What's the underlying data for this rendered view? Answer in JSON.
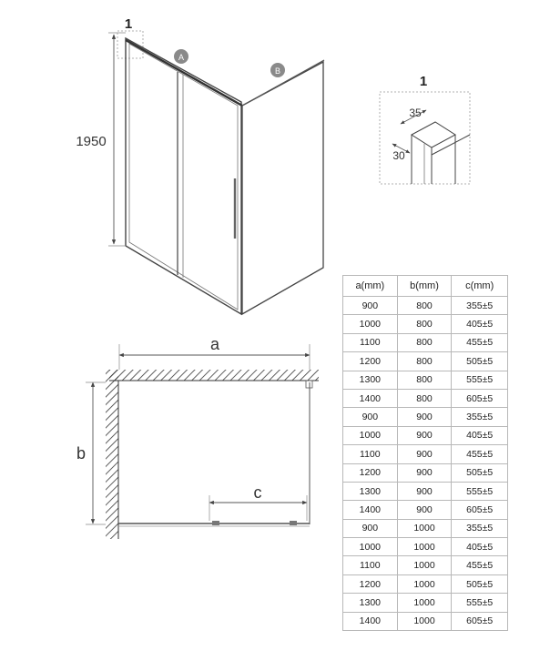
{
  "drawing": {
    "detail_number_main": "1",
    "detail_number_callout": "1",
    "height_label": "1950",
    "panel_a_badge": "A",
    "panel_b_badge": "B",
    "detail_dim_width": "35",
    "detail_dim_depth": "30",
    "plan_dim_a": "a",
    "plan_dim_b": "b",
    "plan_dim_c": "c"
  },
  "size_table": {
    "headers": [
      "a(mm)",
      "b(mm)",
      "c(mm)"
    ],
    "rows": [
      [
        "900",
        "800",
        "355±5"
      ],
      [
        "1000",
        "800",
        "405±5"
      ],
      [
        "1100",
        "800",
        "455±5"
      ],
      [
        "1200",
        "800",
        "505±5"
      ],
      [
        "1300",
        "800",
        "555±5"
      ],
      [
        "1400",
        "800",
        "605±5"
      ],
      [
        "900",
        "900",
        "355±5"
      ],
      [
        "1000",
        "900",
        "405±5"
      ],
      [
        "1100",
        "900",
        "455±5"
      ],
      [
        "1200",
        "900",
        "505±5"
      ],
      [
        "1300",
        "900",
        "555±5"
      ],
      [
        "1400",
        "900",
        "605±5"
      ],
      [
        "900",
        "1000",
        "355±5"
      ],
      [
        "1000",
        "1000",
        "405±5"
      ],
      [
        "1100",
        "1000",
        "455±5"
      ],
      [
        "1200",
        "1000",
        "505±5"
      ],
      [
        "1300",
        "1000",
        "555±5"
      ],
      [
        "1400",
        "1000",
        "605±5"
      ]
    ]
  },
  "colors": {
    "line": "#3a3a3a",
    "dim": "#555555",
    "badge": "#8a8a8a",
    "dotted": "#9a9a9a"
  }
}
